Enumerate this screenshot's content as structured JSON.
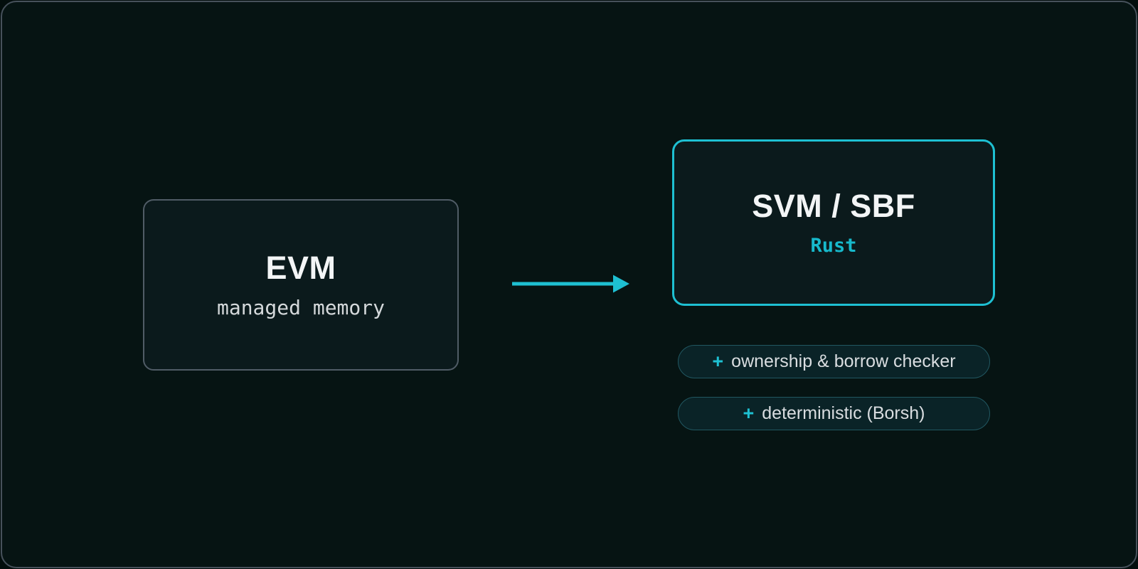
{
  "colors": {
    "canvas_bg": "#061413",
    "frame_border": "#46515b",
    "box_bg": "#0b1a1c",
    "evm_border": "#505c66",
    "accent": "#1ec0d2",
    "accent_text": "#17b9cb",
    "title_text": "#f3f5f6",
    "mono_text": "#d5d9db",
    "pill_bg": "#0a2327",
    "pill_border": "#215761",
    "pill_text": "#d9dde0"
  },
  "nodes": {
    "evm": {
      "title": "EVM",
      "subtitle": "managed memory"
    },
    "svm": {
      "title": "SVM / SBF",
      "subtitle": "Rust"
    }
  },
  "badges": [
    {
      "plus": "+",
      "label": "ownership & borrow checker"
    },
    {
      "plus": "+",
      "label": "deterministic (Borsh)"
    }
  ]
}
